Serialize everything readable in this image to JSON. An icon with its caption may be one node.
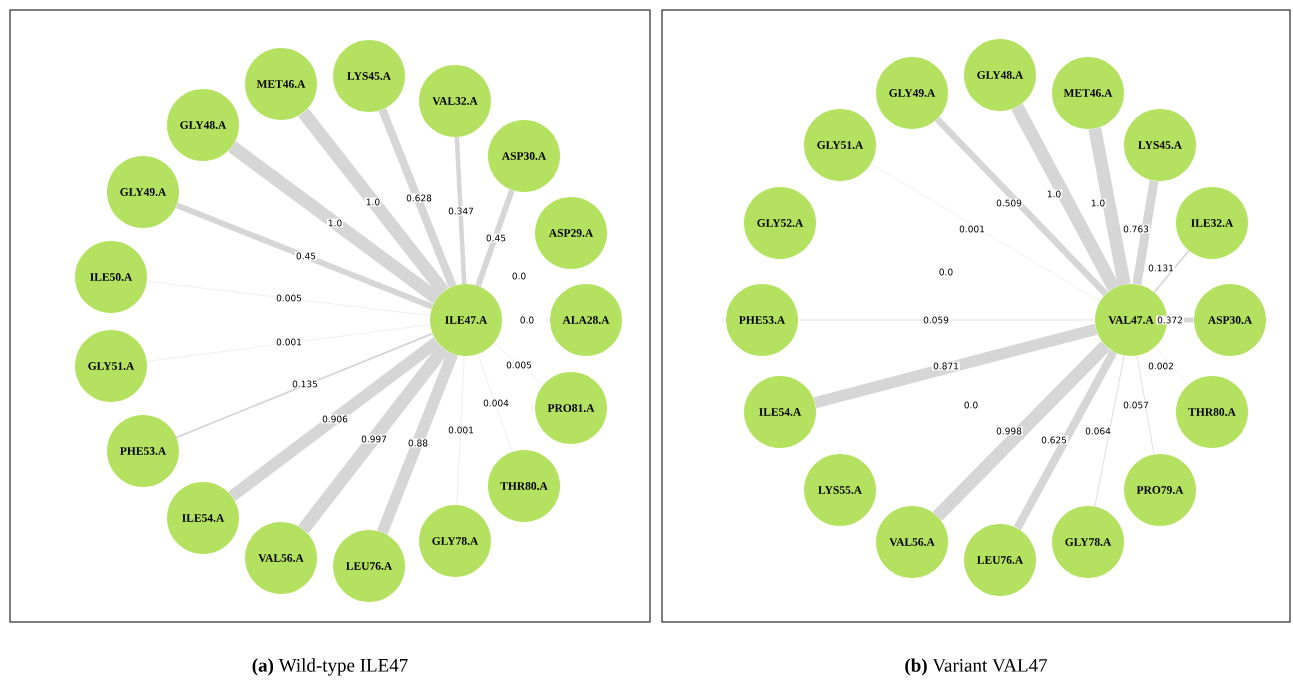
{
  "diagram": {
    "nodes": [
      {
        "text": [
          "**(a)** Wild-type ILE47"
        ]
      },
      {
        "text": [
          "ILE47.A"
        ],
        "in": 0
      },
      {
        "text": [
          "MET46.A"
        ],
        "in": 0
      },
      {
        "text": [
          "LYS45.A"
        ],
        "in": 0
      },
      {
        "text": [
          "VAL32.A"
        ],
        "in": 0
      },
      {
        "text": [
          "ASP30.A"
        ],
        "in": 0
      },
      {
        "text": [
          "GLY48.A"
        ],
        "in": 0
      },
      {
        "text": [
          "GLY49.A"
        ],
        "in": 0
      },
      {
        "text": [
          "ASP29.A"
        ],
        "in": 0
      },
      {
        "text": [
          "ILE50.A"
        ],
        "in": 0
      },
      {
        "text": [
          "ALA28.A"
        ],
        "in": 0
      },
      {
        "text": [
          "GLY51.A"
        ],
        "in": 0
      },
      {
        "text": [
          "PRO81.A"
        ],
        "in": 0
      },
      {
        "text": [
          "PHE53.A"
        ],
        "in": 0
      },
      {
        "text": [
          "THR80.A"
        ],
        "in": 0
      },
      {
        "text": [
          "ILE54.A"
        ],
        "in": 0
      },
      {
        "text": [
          "GLY78.A"
        ],
        "in": 0
      },
      {
        "text": [
          "VAL56.A"
        ],
        "in": 0
      },
      {
        "text": [
          "LEU76.A"
        ],
        "in": 0
      },
      {
        "text": [
          "**(b)** Variant VAL47"
        ]
      },
      {
        "text": [
          "VAL47.A"
        ],
        "in": 19
      },
      {
        "text": [
          "GLY48.A"
        ],
        "in": 19
      },
      {
        "text": [
          "GLY49.A"
        ],
        "in": 19
      },
      {
        "text": [
          "MET46.A"
        ],
        "in": 19
      },
      {
        "text": [
          "GLY51.A"
        ],
        "in": 19
      },
      {
        "text": [
          "LYS45.A"
        ],
        "in": 19
      },
      {
        "text": [
          "GLY52.A"
        ],
        "in": 19
      },
      {
        "text": [
          "ILE32.A"
        ],
        "in": 19
      },
      {
        "text": [
          "PHE53.A"
        ],
        "in": 19
      },
      {
        "text": [
          "ASP30.A"
        ],
        "in": 19
      },
      {
        "text": [
          "ILE54.A"
        ],
        "in": 19
      },
      {
        "text": [
          "THR80.A"
        ],
        "in": 19
      },
      {
        "text": [
          "LYS55.A"
        ],
        "in": 19
      },
      {
        "text": [
          "PRO79.A"
        ],
        "in": 19
      },
      {
        "text": [
          "VAL56.A"
        ],
        "in": 19
      },
      {
        "text": [
          "GLY78.A"
        ],
        "in": 19
      },
      {
        "text": [
          "LEU76.A"
        ],
        "in": 19
      }
    ],
    "edges": [
      {
        "from": 1,
        "to": 2,
        "arrow": "none",
        "label": "1.0",
        "style": "thick"
      },
      {
        "from": 1,
        "to": 3,
        "arrow": "none",
        "label": "0.628"
      },
      {
        "from": 1,
        "to": 4,
        "arrow": "none",
        "label": "0.347"
      },
      {
        "from": 1,
        "to": 5,
        "arrow": "none",
        "label": "0.45"
      },
      {
        "from": 1,
        "to": 6,
        "arrow": "none",
        "label": "1.0",
        "style": "thick"
      },
      {
        "from": 1,
        "to": 7,
        "arrow": "none",
        "label": "0.45"
      },
      {
        "from": 1,
        "to": 9,
        "arrow": "none",
        "label": "0.005"
      },
      {
        "from": 1,
        "to": 11,
        "arrow": "none",
        "label": "0.001"
      },
      {
        "from": 1,
        "to": 12,
        "arrow": "none",
        "label": "0.005"
      },
      {
        "from": 1,
        "to": 13,
        "arrow": "none",
        "label": "0.135"
      },
      {
        "from": 1,
        "to": 14,
        "arrow": "none",
        "label": "0.004"
      },
      {
        "from": 1,
        "to": 15,
        "arrow": "none",
        "label": "0.906",
        "style": "thick"
      },
      {
        "from": 1,
        "to": 16,
        "arrow": "none",
        "label": "0.001"
      },
      {
        "from": 1,
        "to": 17,
        "arrow": "none",
        "label": "0.997",
        "style": "thick"
      },
      {
        "from": 1,
        "to": 18,
        "arrow": "none",
        "label": "0.88",
        "style": "thick"
      },
      {
        "from": 20,
        "to": 21,
        "arrow": "none",
        "label": "1.0",
        "style": "thick"
      },
      {
        "from": 20,
        "to": 22,
        "arrow": "none",
        "label": "0.509"
      },
      {
        "from": 20,
        "to": 23,
        "arrow": "none",
        "label": "1.0",
        "style": "thick"
      },
      {
        "from": 20,
        "to": 24,
        "arrow": "none",
        "label": "0.001"
      },
      {
        "from": 20,
        "to": 25,
        "arrow": "none",
        "label": "0.763"
      },
      {
        "from": 20,
        "to": 27,
        "arrow": "none",
        "label": "0.131"
      },
      {
        "from": 20,
        "to": 28,
        "arrow": "none",
        "label": "0.059"
      },
      {
        "from": 20,
        "to": 29,
        "arrow": "none",
        "label": "0.372"
      },
      {
        "from": 20,
        "to": 30,
        "arrow": "none",
        "label": "0.871",
        "style": "thick"
      },
      {
        "from": 20,
        "to": 31,
        "arrow": "none",
        "label": "0.002"
      },
      {
        "from": 20,
        "to": 33,
        "arrow": "none",
        "label": "0.057"
      },
      {
        "from": 20,
        "to": 34,
        "arrow": "none",
        "label": "0.998",
        "style": "thick"
      },
      {
        "from": 20,
        "to": 35,
        "arrow": "none",
        "label": "0.064"
      },
      {
        "from": 20,
        "to": 36,
        "arrow": "none",
        "label": "0.625"
      }
    ],
    "labels": [
      "0.0",
      "0.0",
      "0.0",
      "0.0"
    ]
  }
}
